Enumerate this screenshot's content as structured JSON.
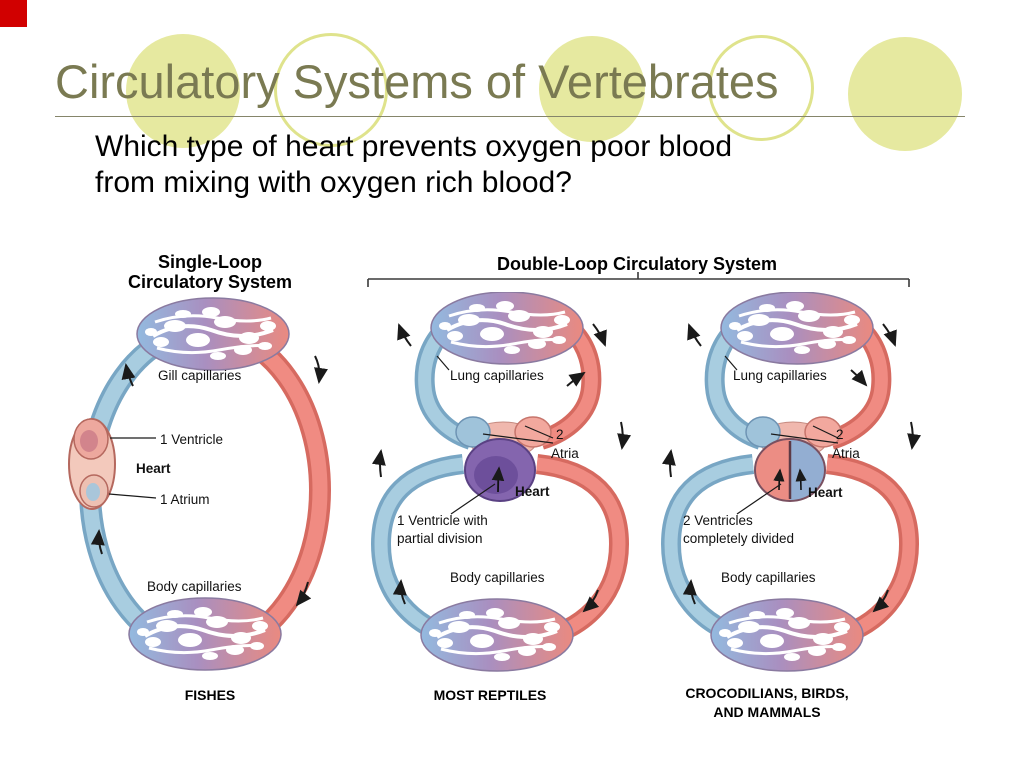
{
  "slide": {
    "title": "Circulatory Systems of Vertebrates",
    "question": {
      "line1": "Which type of heart prevents oxygen poor blood",
      "line2": "from mixing with oxygen rich blood?"
    }
  },
  "figure": {
    "single_loop": {
      "heading_line1": "Single-Loop",
      "heading_line2": "Circulatory System",
      "label_gill_capillaries": "Gill capillaries",
      "label_ventricle": "1 Ventricle",
      "label_heart": "Heart",
      "label_atrium": "1 Atrium",
      "label_body_capillaries": "Body capillaries",
      "animal": "FISHES"
    },
    "double_loop": {
      "heading": "Double-Loop Circulatory System",
      "reptile": {
        "label_lung_capillaries": "Lung capillaries",
        "label_atria_number": "2",
        "label_atria": "Atria",
        "label_heart": "Heart",
        "label_ventricle_line1": "1 Ventricle with",
        "label_ventricle_line2": "partial division",
        "label_body_capillaries": "Body capillaries",
        "animal": "MOST REPTILES"
      },
      "crocodilian": {
        "label_lung_capillaries": "Lung capillaries",
        "label_atria_number": "2",
        "label_atria": "Atria",
        "label_heart": "Heart",
        "label_ventricle_line1": "2 Ventricles",
        "label_ventricle_line2": "completely divided",
        "label_body_capillaries": "Body capillaries",
        "animal_line1": "CROCODILIANS, BIRDS,",
        "animal_line2": "AND MAMMALS"
      }
    }
  },
  "colors": {
    "title_text": "#7a7a52",
    "accent_square": "#d10000",
    "circle_fill": "#e6e9a0",
    "circle_outline": "#dfe38c",
    "vessel_blue": "#a8cde0",
    "vessel_red": "#f08b82",
    "capillary_purple": "#a98fc0",
    "ventricle_purple": "#8465ae"
  }
}
